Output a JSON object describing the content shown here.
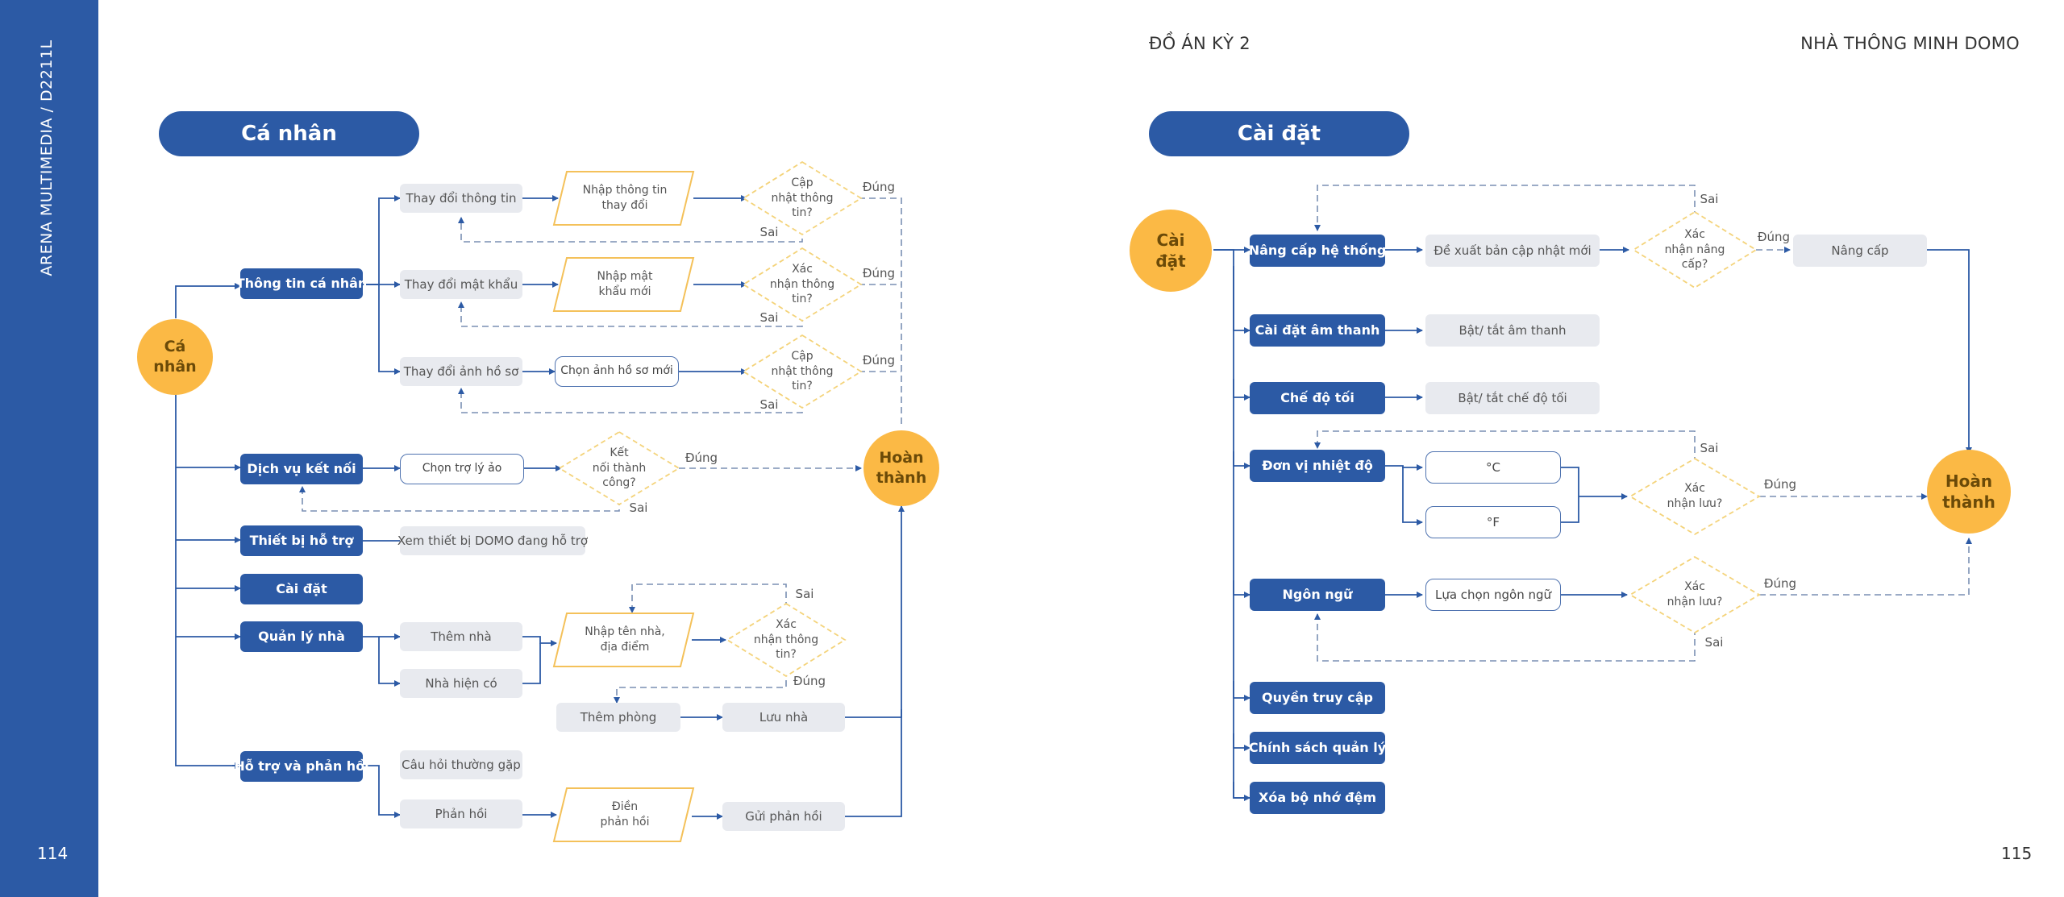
{
  "sidebar": {
    "vertical_text": "ARENA MULTIMEDIA / D2211L",
    "page_left": "114"
  },
  "header": {
    "project": "ĐỒ ÁN KỲ 2",
    "brand": "NHÀ THÔNG MINH DOMO",
    "page_right": "115"
  },
  "colors": {
    "primary": "#2c5aa5",
    "accent": "#fbb945",
    "grey": "#e8eaef"
  },
  "left": {
    "title": "Cá nhân",
    "start": "Cá\nnhân",
    "end": "Hoàn\nthành",
    "categories": {
      "personal_info": "Thông tin cá nhân",
      "connect": "Dịch vụ kết nối",
      "devices": "Thiết bị hỗ trợ",
      "settings": "Cài đặt",
      "home": "Quản lý nhà",
      "support": "Hỗ trợ và phản hồi"
    },
    "steps": {
      "change_info": "Thay đổi thông tin",
      "enter_info": "Nhập thông tin\nthay đổi",
      "update_info_q": "Cập\nnhật thông\ntin?",
      "change_password": "Thay đổi mật khẩu",
      "enter_password": "Nhập mật\nkhẩu mới",
      "confirm_info_q": "Xác\nnhận thông\ntin?",
      "change_avatar": "Thay đổi ảnh hồ sơ",
      "choose_avatar": "Chọn ảnh hồ sơ mới",
      "update_avatar_q": "Cập\nnhật thông\ntin?",
      "choose_assistant": "Chọn trợ lý ảo",
      "connect_q": "Kết\nnối thành\ncông?",
      "view_devices": "Xem thiết bị DOMO đang hỗ trợ",
      "add_home": "Thêm nhà",
      "current_home": "Nhà hiện có",
      "enter_home": "Nhập tên nhà,\nđịa điểm",
      "confirm_home_q": "Xác\nnhận thông\ntin?",
      "add_room": "Thêm phòng",
      "save_home": "Lưu nhà",
      "faq": "Câu hỏi thường gặp",
      "feedback": "Phản hồi",
      "enter_feedback": "Điền\nphản hồi",
      "send_feedback": "Gửi phản hồi"
    },
    "labels": {
      "yes": "Đúng",
      "no": "Sai"
    }
  },
  "right": {
    "title": "Cài đặt",
    "start": "Cài\nđặt",
    "end": "Hoàn\nthành",
    "categories": {
      "upgrade": "Nâng cấp hệ thống",
      "sound": "Cài đặt âm thanh",
      "dark": "Chế độ tối",
      "temp": "Đơn vị nhiệt độ",
      "language": "Ngôn ngữ",
      "access": "Quyền truy cập",
      "policy": "Chính sách quản lý",
      "cache": "Xóa bộ nhớ đệm"
    },
    "steps": {
      "suggest_update": "Đề xuất bản cập nhật mới",
      "confirm_upgrade_q": "Xác\nnhận nâng\ncấp?",
      "do_upgrade": "Nâng cấp",
      "toggle_sound": "Bật/ tắt âm thanh",
      "toggle_dark": "Bật/ tắt chế độ tối",
      "celsius": "°C",
      "fahrenheit": "°F",
      "confirm_temp_q": "Xác\nnhận lưu?",
      "choose_language": "Lựa chọn ngôn ngữ",
      "confirm_lang_q": "Xác\nnhận lưu?"
    },
    "labels": {
      "yes": "Đúng",
      "no": "Sai"
    }
  }
}
